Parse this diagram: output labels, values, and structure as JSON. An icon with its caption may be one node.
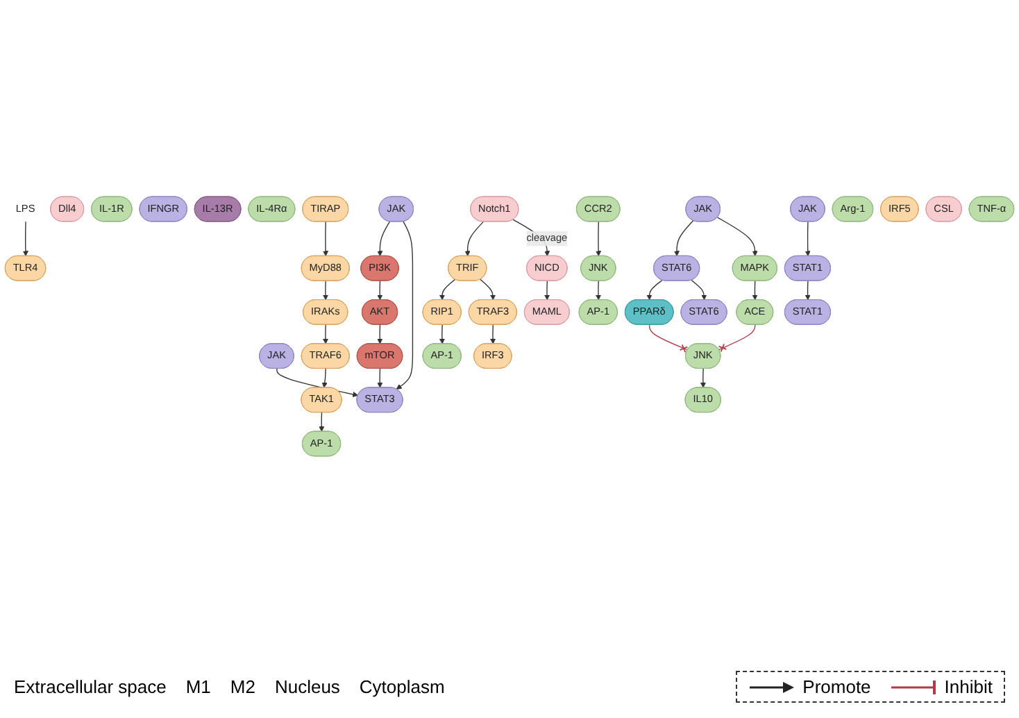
{
  "diagram": {
    "nodes": [
      {
        "text": [
          "LPS"
        ]
      },
      {
        "text": [
          "TLR4"
        ]
      },
      {
        "text": [
          "Dll4"
        ]
      },
      {
        "text": [
          "IL-1R"
        ]
      },
      {
        "text": [
          "IFNGR"
        ]
      },
      {
        "text": [
          "IL-13R"
        ]
      },
      {
        "text": [
          "IL-4Rα"
        ]
      },
      {
        "text": [
          "TIRAP"
        ]
      },
      {
        "text": [
          "Notch1"
        ]
      },
      {
        "text": [
          "CCR2"
        ]
      },
      {
        "text": [
          "JAK"
        ]
      },
      {
        "text": [
          "JAK"
        ]
      },
      {
        "text": [
          "JAK"
        ]
      },
      {
        "text": [
          "JAK"
        ]
      },
      {
        "text": [
          "MyD88"
        ]
      },
      {
        "text": [
          "TRIF"
        ]
      },
      {
        "text": [
          "JNK"
        ]
      },
      {
        "text": [
          "STAT1"
        ]
      },
      {
        "text": [
          "PI3K"
        ]
      },
      {
        "text": [
          "STAT6"
        ]
      },
      {
        "text": [
          "MAPK"
        ]
      },
      {
        "text": [
          "IRAKs"
        ]
      },
      {
        "text": [
          "RIP1"
        ]
      },
      {
        "text": [
          "TRAF3"
        ]
      },
      {
        "text": [
          "NICD"
        ]
      },
      {
        "text": [
          "AKT"
        ]
      },
      {
        "text": [
          "PPARδ"
        ]
      },
      {
        "text": [
          "ACE"
        ]
      },
      {
        "text": [
          "TRAF6"
        ]
      },
      {
        "text": [
          "mTOR"
        ]
      },
      {
        "text": [
          "JNK"
        ]
      },
      {
        "text": [
          "TAK1"
        ]
      },
      {
        "text": [
          "IRF3"
        ]
      },
      {
        "text": [
          "MAML"
        ]
      },
      {
        "text": [
          "AP-1"
        ]
      },
      {
        "text": [
          "STAT3"
        ]
      },
      {
        "text": [
          "STAT6"
        ]
      },
      {
        "text": [
          "Arg-1"
        ]
      },
      {
        "text": [
          "IRF5"
        ]
      },
      {
        "text": [
          "AP-1"
        ]
      },
      {
        "text": [
          "AP-1"
        ]
      },
      {
        "text": [
          "CSL"
        ]
      },
      {
        "text": [
          "TNF-α"
        ]
      },
      {
        "text": [
          "STAT1"
        ]
      },
      {
        "text": [
          "IL10"
        ]
      }
    ],
    "edges": [
      {
        "from": 0,
        "to": 1,
        "arrow": "to"
      },
      {
        "from": 7,
        "to": 14,
        "arrow": "to"
      },
      {
        "from": 14,
        "to": 21,
        "arrow": "to"
      },
      {
        "from": 21,
        "to": 28,
        "arrow": "to"
      },
      {
        "from": 28,
        "to": 31,
        "arrow": "to"
      },
      {
        "from": 31,
        "to": 39,
        "arrow": "to"
      },
      {
        "from": 8,
        "to": 15,
        "arrow": "to"
      },
      {
        "from": 8,
        "to": 24,
        "arrow": "to",
        "label": "cleavage"
      },
      {
        "from": 15,
        "to": 22,
        "arrow": "to"
      },
      {
        "from": 15,
        "to": 23,
        "arrow": "to"
      },
      {
        "from": 22,
        "to": 40,
        "arrow": "to"
      },
      {
        "from": 23,
        "to": 32,
        "arrow": "to"
      },
      {
        "from": 24,
        "to": 33,
        "arrow": "to"
      },
      {
        "from": 9,
        "to": 16,
        "arrow": "to"
      },
      {
        "from": 16,
        "to": 34,
        "arrow": "to"
      },
      {
        "from": 10,
        "to": 17,
        "arrow": "to"
      },
      {
        "from": 17,
        "to": 43,
        "arrow": "to"
      },
      {
        "from": 11,
        "to": 35,
        "arrow": "to"
      },
      {
        "from": 12,
        "to": 18,
        "arrow": "to"
      },
      {
        "from": 18,
        "to": 25,
        "arrow": "to"
      },
      {
        "from": 25,
        "to": 29,
        "arrow": "to"
      },
      {
        "from": 29,
        "to": 35,
        "arrow": "to"
      },
      {
        "from": 12,
        "to": 35,
        "arrow": "to"
      },
      {
        "from": 13,
        "to": 19,
        "arrow": "to"
      },
      {
        "from": 13,
        "to": 20,
        "arrow": "to"
      },
      {
        "from": 19,
        "to": 26,
        "arrow": "to"
      },
      {
        "from": 19,
        "to": 36,
        "arrow": "to"
      },
      {
        "from": 20,
        "to": 27,
        "arrow": "to"
      },
      {
        "from": 26,
        "to": 30,
        "arrow": "other",
        "color": "#b03a48"
      },
      {
        "from": 27,
        "to": 30,
        "arrow": "other",
        "color": "#b03a48"
      },
      {
        "from": 30,
        "to": 44,
        "arrow": "to"
      }
    ],
    "labels": [
      "Extracellular space",
      "M1",
      "M2",
      "Nucleus",
      "Cytoplasm"
    ],
    "legend": [
      {
        "text": "Promote"
      },
      {
        "text": "Inhibit"
      }
    ]
  }
}
